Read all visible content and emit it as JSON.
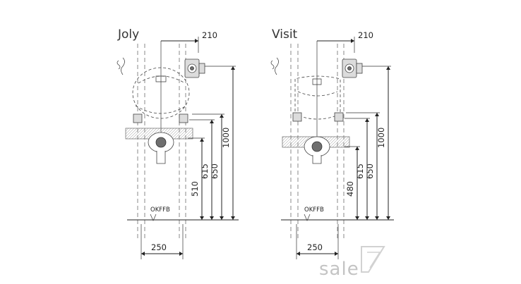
{
  "panels": [
    {
      "title": "Joly",
      "dims": {
        "top_offset": "210",
        "width": "250",
        "h1": "510",
        "h2": "615",
        "h3": "650",
        "h4": "1000"
      },
      "floor_label": "OKFFB"
    },
    {
      "title": "Visit",
      "dims": {
        "top_offset": "210",
        "width": "250",
        "h1": "480",
        "h2": "615",
        "h3": "650",
        "h4": "1000"
      },
      "floor_label": "OKFFB"
    }
  ],
  "watermark": {
    "text": "sale",
    "color": "#c4c4c4"
  }
}
